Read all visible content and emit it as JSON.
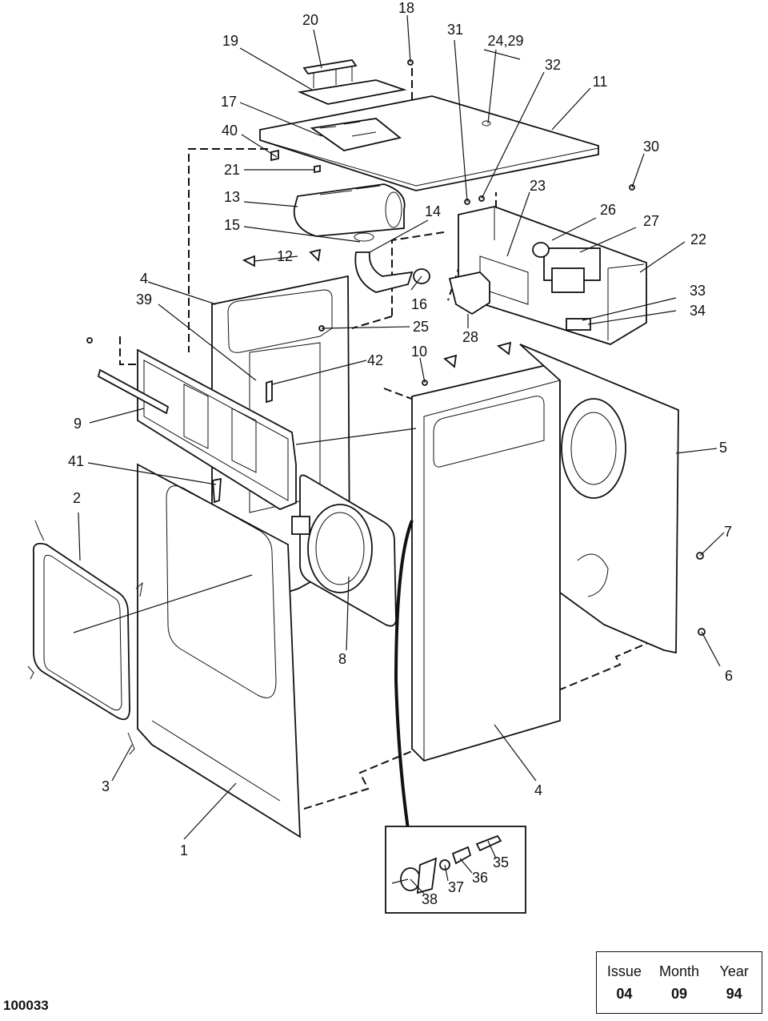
{
  "callouts": [
    "1",
    "2",
    "3",
    "4",
    "5",
    "6",
    "7",
    "8",
    "9",
    "10",
    "11",
    "12",
    "13",
    "14",
    "15",
    "16",
    "17",
    "18",
    "19",
    "20",
    "21",
    "22",
    "23",
    "24,29",
    "25",
    "26",
    "27",
    "28",
    "30",
    "31",
    "32",
    "33",
    "34",
    "35",
    "36",
    "37",
    "38",
    "39",
    "40",
    "41",
    "42"
  ],
  "second_callout_4": "4",
  "issue_table": {
    "headers": [
      "Issue",
      "Month",
      "Year"
    ],
    "values": [
      "04",
      "09",
      "94"
    ]
  },
  "drawing_number": "100033"
}
